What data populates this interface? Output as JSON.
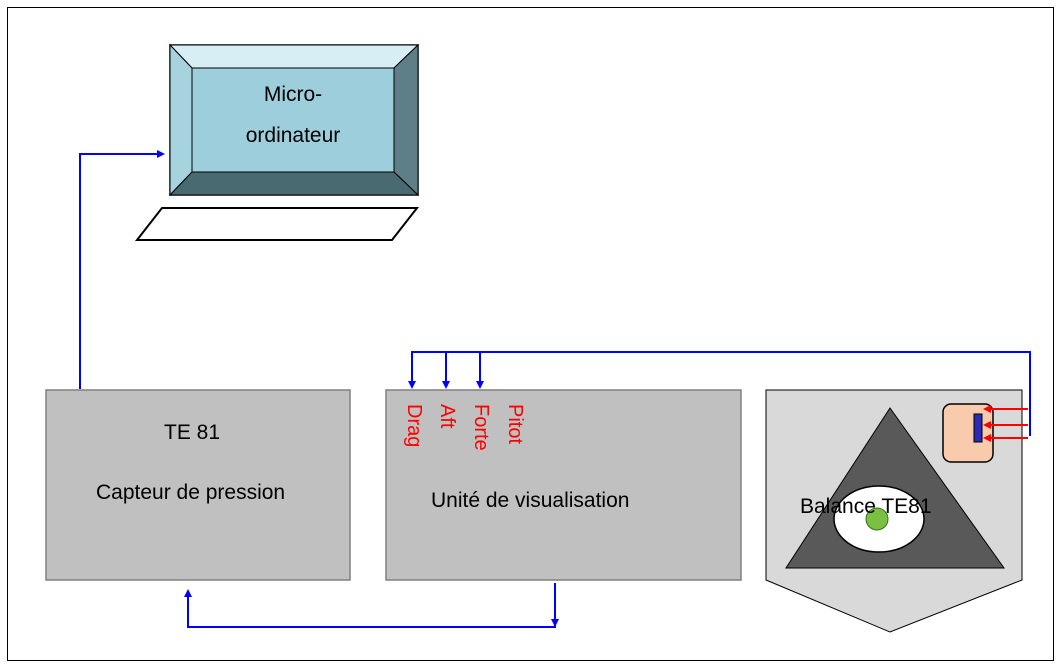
{
  "monitor": {
    "label_line1": "Micro-",
    "label_line2": "ordinateur"
  },
  "capteur": {
    "title": "TE 81",
    "subtitle": "Capteur de pression"
  },
  "visualisation": {
    "title": "Unité de visualisation",
    "channels": [
      "Drag",
      "Aft",
      "Forte",
      "Pitot"
    ]
  },
  "balance": {
    "label": "Balance TE81"
  },
  "colors": {
    "connector": "#0000ff",
    "channel_text": "#ff0000",
    "box_fill": "#c0c0c0",
    "screen_fill": "#9ccfdb",
    "bezel_fill": "#b7dde8",
    "triangle_fill": "#595959",
    "sensor_fill": "#f8cbad",
    "ball_fill": "#7ac143"
  },
  "icons": [
    "computer-monitor-icon",
    "keyboard-icon",
    "balance-triangle-icon",
    "sensor-block-icon"
  ]
}
